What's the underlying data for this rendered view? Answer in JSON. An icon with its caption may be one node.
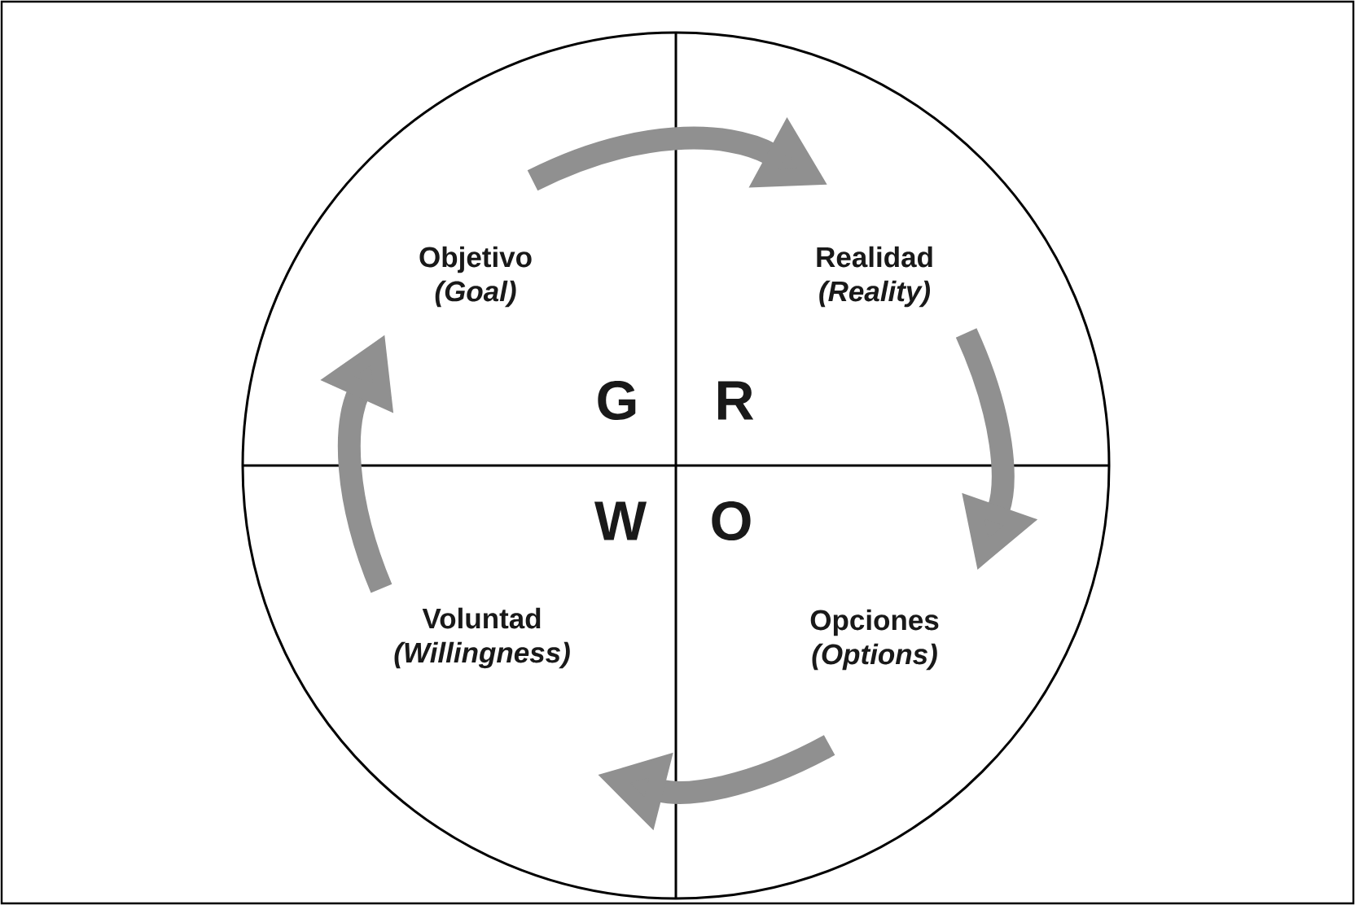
{
  "diagram": {
    "nodes": [
      {
        "text": [
          "Objetivo",
          "(Goal)"
        ]
      },
      {
        "text": [
          "Realidad",
          "(Reality)"
        ]
      },
      {
        "text": [
          "Opciones",
          "(Options)"
        ]
      },
      {
        "text": [
          "Voluntad",
          "(Willingness)"
        ]
      }
    ],
    "edges": [
      {
        "from": 0,
        "to": 1,
        "arrow": "to"
      },
      {
        "from": 1,
        "to": 2,
        "arrow": "to"
      },
      {
        "from": 2,
        "to": 3,
        "arrow": "to"
      },
      {
        "from": 3,
        "to": 0,
        "arrow": "to"
      }
    ],
    "labels": [
      "G",
      "R",
      "W",
      "O"
    ]
  }
}
